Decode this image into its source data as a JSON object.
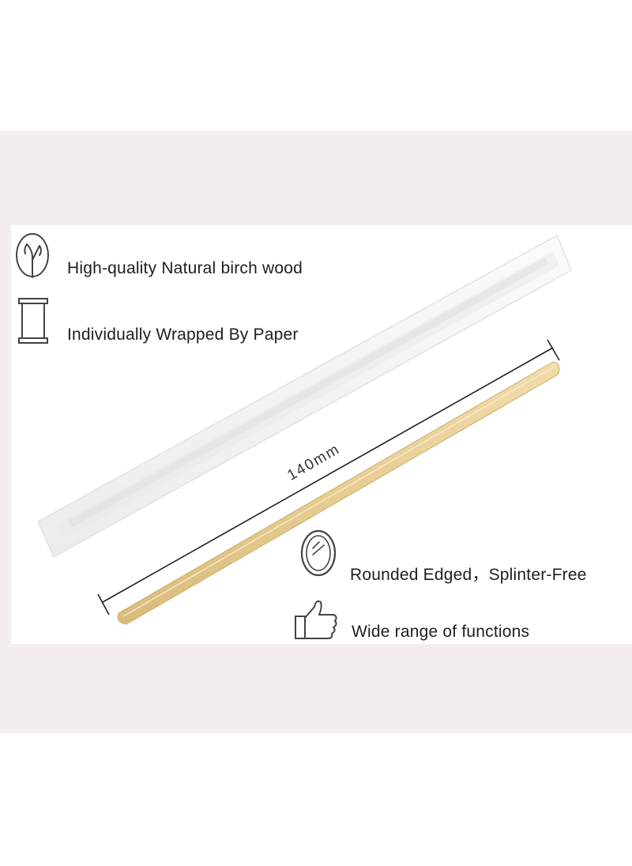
{
  "features": {
    "wood": {
      "label": "High-quality Natural birch wood",
      "icon": "tree-branch-icon"
    },
    "wrap": {
      "label": "Individually Wrapped By Paper",
      "icon": "paper-roll-icon"
    },
    "edge": {
      "label": "Rounded Edged，Splinter-Free",
      "icon": "rounded-stick-icon"
    },
    "use": {
      "label": "Wide range of functions",
      "icon": "thumbs-up-icon"
    }
  },
  "dimension": {
    "label": "140mm"
  },
  "colors": {
    "background": "#f3eeec",
    "panel": "#ffffff",
    "wood": "#e8cf95",
    "text": "#1e1e1e"
  }
}
